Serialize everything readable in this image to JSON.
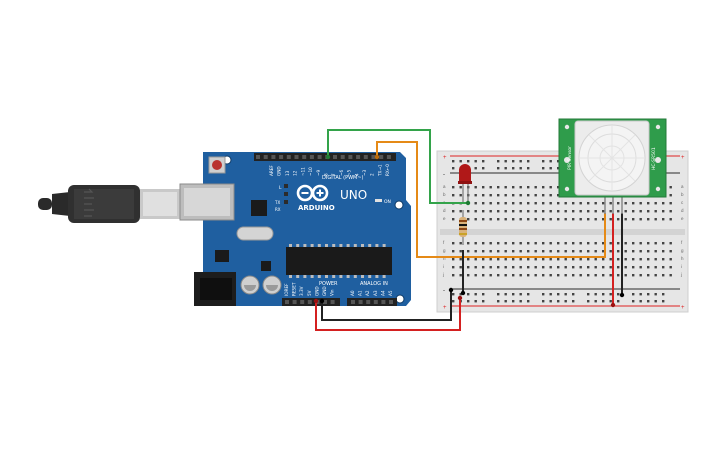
{
  "board": {
    "brand": "ARDUINO",
    "model": "UNO",
    "digital_label": "DIGITAL (PWM~)",
    "power_label": "POWER",
    "analog_label": "ANALOG IN",
    "aref_label": "AREF",
    "gnd_label": "GND",
    "on_label": "ON",
    "l_label": "L",
    "tx_label": "TX",
    "rx_label": "RX",
    "digital_pins": [
      "13",
      "12",
      "~11",
      "~10",
      "~9",
      "8",
      "7",
      "~6",
      "~5",
      "4",
      "~3",
      "2",
      "TX→1",
      "RX←0"
    ],
    "power_pins": [
      "IOREF",
      "RESET",
      "3.3V",
      "5V",
      "GND",
      "GND",
      "Vin"
    ],
    "analog_pins": [
      "A0",
      "A1",
      "A2",
      "A3",
      "A4",
      "A5"
    ]
  },
  "pir": {
    "label_left": "PIR Sensor",
    "label_right": "HC-SR501"
  },
  "breadboard": {
    "row_letters_top": [
      "a",
      "b",
      "c",
      "d",
      "e"
    ],
    "row_letters_bottom": [
      "f",
      "g",
      "h",
      "i",
      "j"
    ],
    "plus_label": "+",
    "minus_label": "-"
  },
  "colors": {
    "board_blue": "#1f5fa0",
    "board_dark": "#174a7d",
    "wire_green": "#33a34a",
    "wire_orange": "#e58a17",
    "wire_red": "#d42020",
    "wire_black": "#222222",
    "pir_green": "#2f9c4b",
    "led_red": "#b01818",
    "breadboard": "#e6e6e6"
  },
  "icons": [
    "usb-cable-icon",
    "arduino-logo-icon",
    "led-icon",
    "resistor-icon",
    "pir-dome-icon"
  ]
}
